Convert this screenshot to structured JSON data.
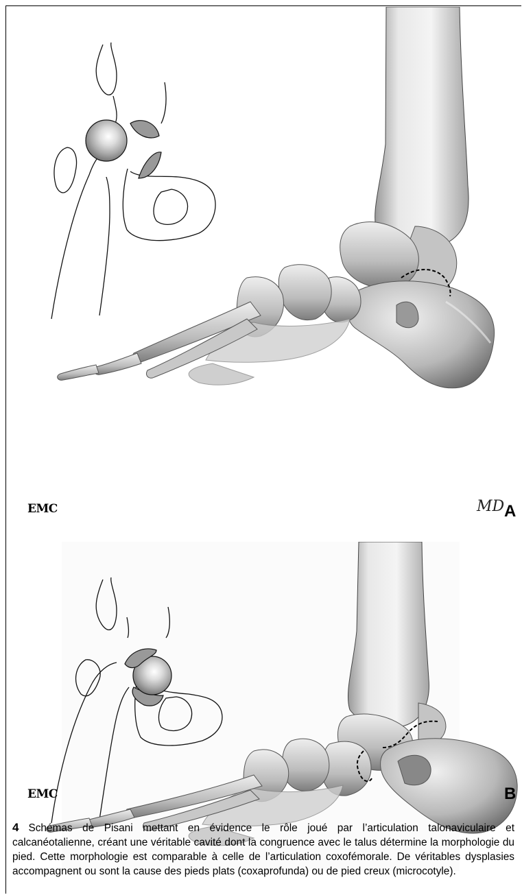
{
  "figure": {
    "number": "4",
    "caption": "Schémas de Pisani mettant en évidence le rôle joué par l’articulation talonaviculaire et calcanéotalienne, créant une véritable cavité dont la congruence avec le talus détermine la morphologie du pied. Cette morphologie est comparable à celle de l’articulation coxofémorale. De véritables dysplasies accompagnent ou sont la cause des pieds plats (coxaprofunda) ou de pied creux (microcotyle).",
    "panels": [
      {
        "letter": "A",
        "publisher_mark": "EMC",
        "signature": "MD"
      },
      {
        "letter": "B",
        "publisher_mark": "EMC"
      }
    ]
  },
  "colors": {
    "bone_light": "#e4e4e4",
    "bone_mid": "#bdbdbd",
    "bone_dark": "#6e6e6e",
    "cartilage_grey": "#9a9a9a",
    "outline": "#111111"
  }
}
